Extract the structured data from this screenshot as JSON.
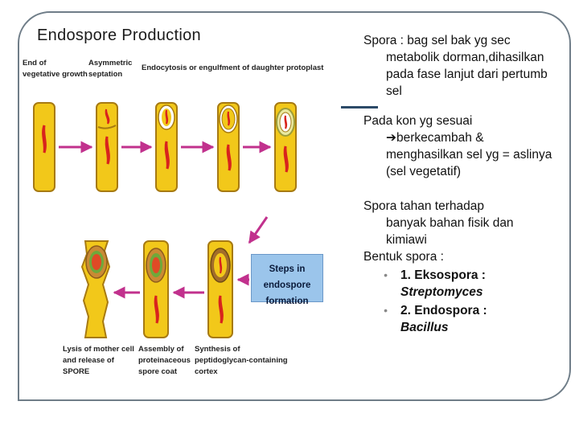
{
  "slide_title": "Endospore Production",
  "diagram": {
    "labels": {
      "end_growth": "End of\nvegetative growth",
      "asym": "Asymmetric\nseptation",
      "endocytosis": "Endocytosis or engulfment of daughter protoplast",
      "lysis": "Lysis of mother cell\nand release of\nSPORE",
      "assembly": "Assembly of\nproteinaceous\nspore coat",
      "synthesis": "Synthesis of\npeptidoglycan-containing\ncortex"
    },
    "steps_box": "Steps in endospore\nformation",
    "colors": {
      "cell_fill": "#f2c81a",
      "cell_stroke": "#a77a12",
      "arrow": "#c1318d",
      "nucleoid": "#d8231d"
    }
  },
  "text": {
    "p1_line1": "Spora : bag sel bak yg sec",
    "p1_rest": "metabolik dorman,dihasilkan pada fase lanjut dari pertumb sel",
    "p2_line1": "Pada kon yg sesuai",
    "p2_arrow": "➔",
    "p2_rest1": "berkecambah &",
    "p2_rest2": "menghasilkan sel yg = aslinya (sel vegetatif)",
    "p3_line1": "Spora tahan terhadap",
    "p3_rest": "banyak bahan fisik dan kimiawi",
    "p4": "Bentuk spora :",
    "b1_text": "1. Eksospora :",
    "b1_italic": "Streptomyces",
    "b2_text": "2. Endospora :",
    "b2_italic": "Bacillus"
  }
}
